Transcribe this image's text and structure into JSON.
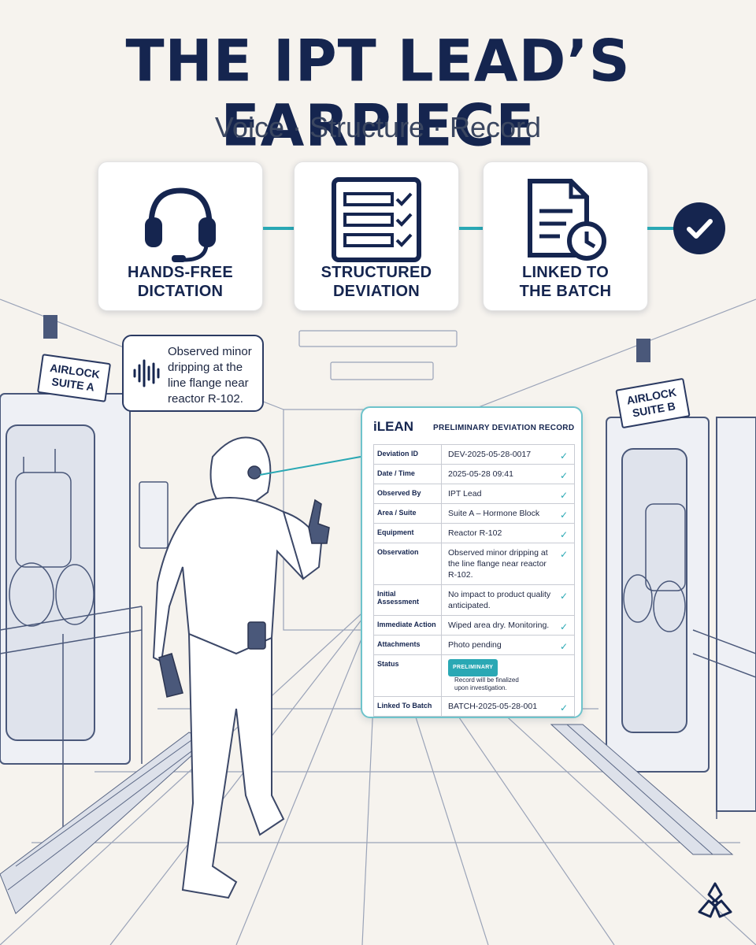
{
  "title": "THE IPT LEAD’S EARPIECE",
  "subtitle": "Voice · Structure · Record",
  "steps": [
    {
      "label_line1": "HANDS-FREE",
      "label_line2": "DICTATION",
      "icon": "headset-icon"
    },
    {
      "label_line1": "STRUCTURED",
      "label_line2": "DEVIATION",
      "icon": "checklist-icon"
    },
    {
      "label_line1": "LINKED TO",
      "label_line2": "THE BATCH",
      "icon": "document-clock-icon"
    }
  ],
  "speech": "Observed minor dripping at the line flange near reactor R-102.",
  "signs": {
    "left_line1": "AIRLOCK",
    "left_line2": "SUITE A",
    "right_line1": "AIRLOCK",
    "right_line2": "SUITE B"
  },
  "record": {
    "brand": "iLEAN",
    "title": "PRELIMINARY DEVIATION RECORD",
    "rows": [
      {
        "label": "Deviation ID",
        "value": "DEV-2025-05-28-0017"
      },
      {
        "label": "Date / Time",
        "value": "2025-05-28 09:41"
      },
      {
        "label": "Observed By",
        "value": "IPT Lead"
      },
      {
        "label": "Area / Suite",
        "value": "Suite A – Hormone Block"
      },
      {
        "label": "Equipment",
        "value": "Reactor R-102"
      },
      {
        "label": "Observation",
        "value": "Observed minor dripping at the line flange near reactor R-102."
      },
      {
        "label": "Initial Assessment",
        "value": "No impact to product quality anticipated."
      },
      {
        "label": "Immediate Action",
        "value": "Wiped area dry. Monitoring."
      },
      {
        "label": "Attachments",
        "value": "Photo pending"
      }
    ],
    "status_label": "Status",
    "status_badge": "PRELIMINARY",
    "status_note": "Record will be finalized upon investigation.",
    "batch_label": "Linked To Batch",
    "batch_value": "BATCH-2025-05-28-001"
  },
  "colors": {
    "navy": "#15254f",
    "teal": "#2aa8b4",
    "background": "#f6f3ee"
  }
}
